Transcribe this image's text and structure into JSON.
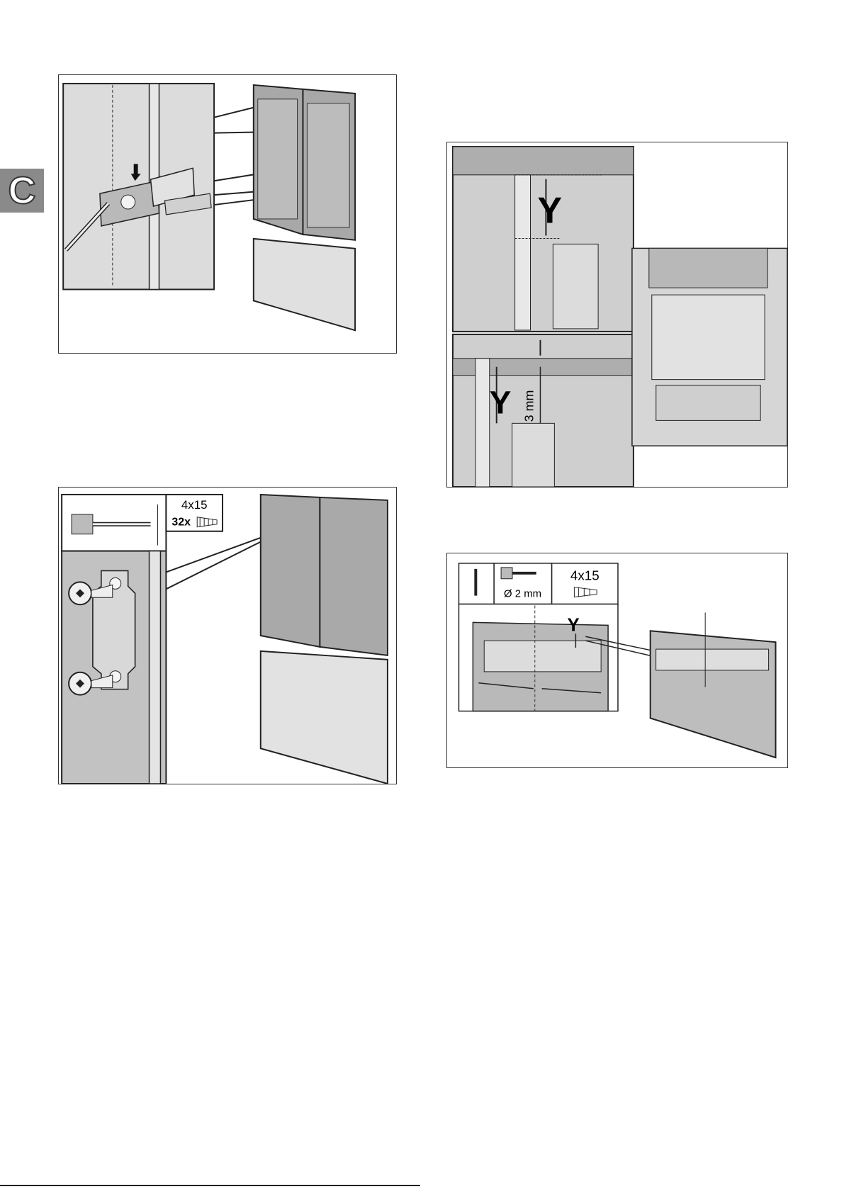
{
  "section_tab": {
    "letter": "C"
  },
  "figure2": {
    "screw_spec": "4x15",
    "screw_count": "32x"
  },
  "figure3": {
    "y_label_top": "Y",
    "y_label_bottom": "Y",
    "gap_label": "3 mm"
  },
  "figure4": {
    "drill_diameter": "Ø 2 mm",
    "screw_spec": "4x15",
    "y_label": "Y"
  },
  "colors": {
    "panel": "#bdbdbd",
    "panel_dark": "#9a9a9a",
    "light": "#dedede",
    "line": "#222222"
  }
}
